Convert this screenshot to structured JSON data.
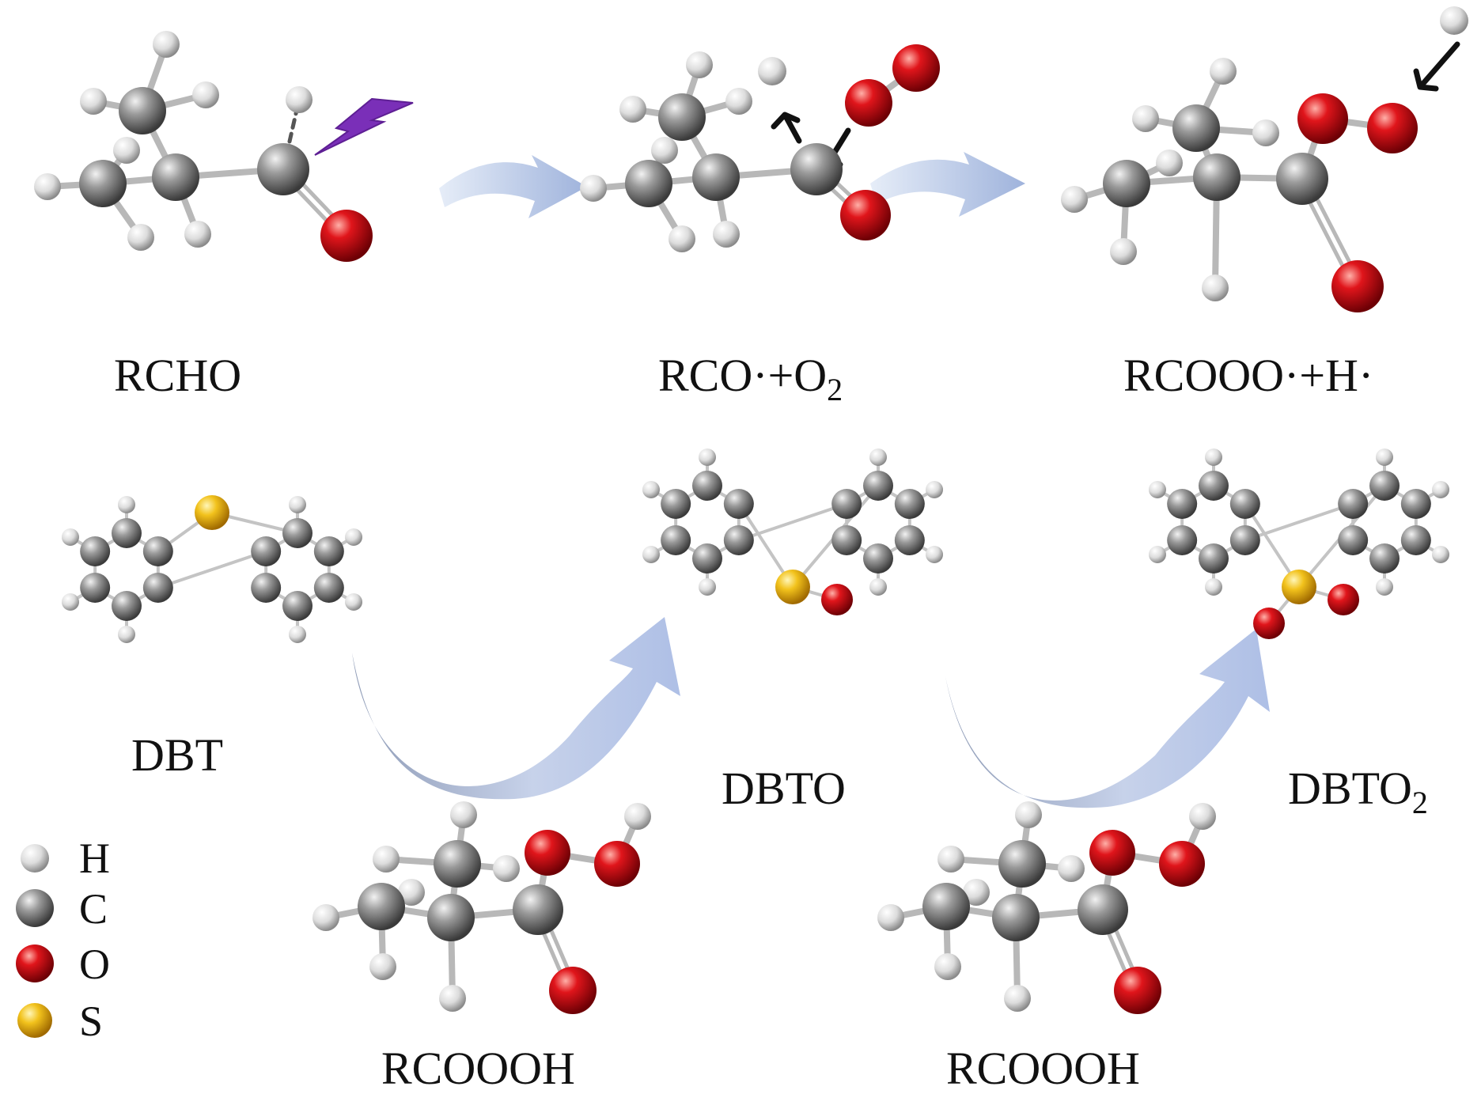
{
  "colors": {
    "hydrogen": "#e9e9e9",
    "carbon": "#8c8c8c",
    "oxygen": "#d5141a",
    "sulfur": "#f0c21e",
    "arrow": "#aebfe0",
    "lightning": "#7a2fb8"
  },
  "labels": {
    "rcho": "RCHO",
    "rco_o2_main": "RCO·+O",
    "rco_o2_sub": "2",
    "rcooo_h": "RCOOO·+H·",
    "dbt": "DBT",
    "dbto": "DBTO",
    "dbto2_main": "DBTO",
    "dbto2_sub": "2",
    "rcoooh_1": "RCOOOH",
    "rcoooh_2": "RCOOOH"
  },
  "legend": [
    {
      "symbol": "H",
      "icon": "hydrogen-atom-icon"
    },
    {
      "symbol": "C",
      "icon": "carbon-atom-icon"
    },
    {
      "symbol": "O",
      "icon": "oxygen-atom-icon"
    },
    {
      "symbol": "S",
      "icon": "sulfur-atom-icon"
    }
  ]
}
